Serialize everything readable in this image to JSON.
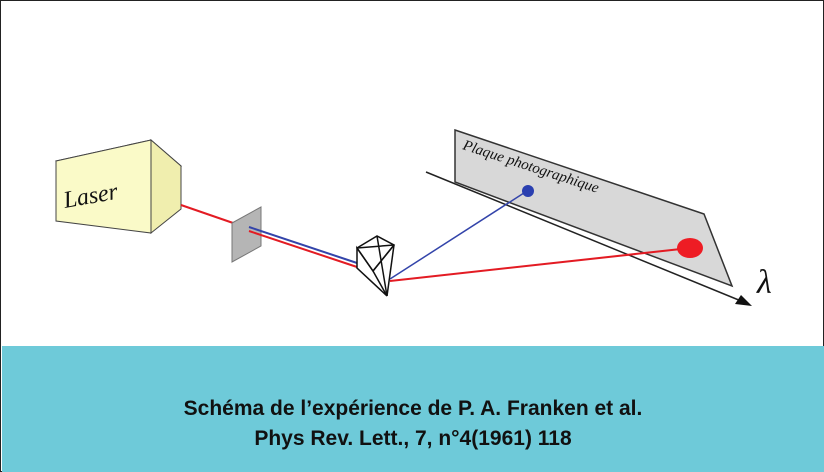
{
  "diagram": {
    "laser_label": "Laser",
    "plate_label": "Plaque photographique",
    "axis_label": "λ",
    "colors": {
      "laser_box_fill": "#fafac8",
      "plate_fill": "#d8d8d8",
      "red_beam": "#e31b23",
      "blue_beam": "#3344aa",
      "blue_spot": "#2a3fb0",
      "red_spot": "#ee1c24"
    }
  },
  "caption": {
    "line1": "Schéma de l’expérience de P. A.  Franken et al.",
    "line2": "Phys Rev. Lett., 7, n°4(1961) 118",
    "band_color": "#6ecad9"
  }
}
